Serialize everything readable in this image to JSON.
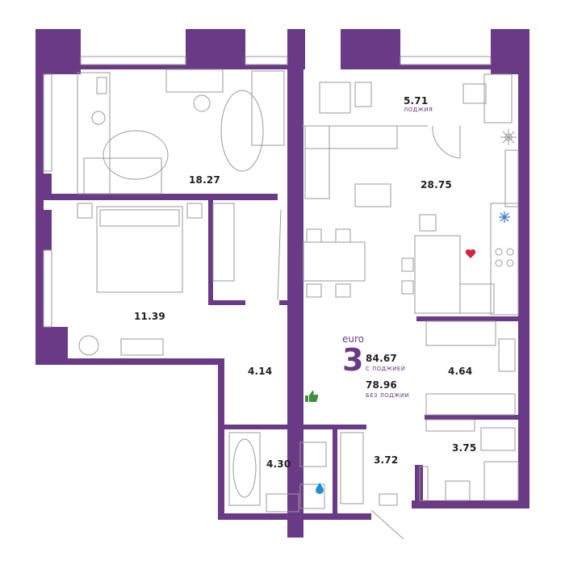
{
  "colors": {
    "wall": "#6b3a86",
    "furniture": "#9a9a9a",
    "accent_heart": "#d6243a",
    "accent_drop": "#1e8fd6",
    "accent_thumb": "#3f8f3f",
    "accent_snow": "#3a7bd5"
  },
  "rooms": [
    {
      "id": "bedroom_large",
      "area": "18.27"
    },
    {
      "id": "bedroom_small",
      "area": "11.39"
    },
    {
      "id": "loggia",
      "area": "5.71",
      "caption": "ЛОДЖИЯ"
    },
    {
      "id": "living_kitchen",
      "area": "28.75"
    },
    {
      "id": "hall",
      "area": "4.14"
    },
    {
      "id": "wardrobe",
      "area": "4.64"
    },
    {
      "id": "bathroom",
      "area": "4.30"
    },
    {
      "id": "corridor",
      "area": "3.72"
    },
    {
      "id": "wc",
      "area": "3.75"
    }
  ],
  "summary": {
    "type_word": "euro",
    "rooms_count": "3",
    "area_with_loggia": "84.67",
    "with_loggia_caption": "С ЛОДЖИЕЙ",
    "area_without_loggia": "78.96",
    "without_loggia_caption": "БЕЗ ЛОДЖИИ"
  },
  "icons": [
    "heart-icon",
    "water-drop-icon",
    "thumbs-up-icon",
    "snowflake-icon",
    "compass-icon"
  ]
}
